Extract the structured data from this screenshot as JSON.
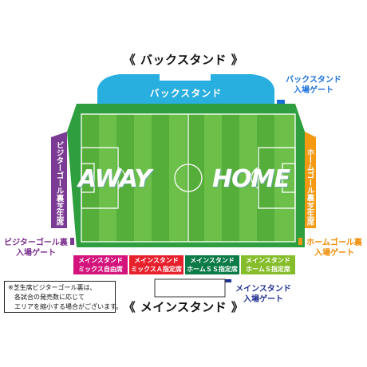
{
  "titles": {
    "back_stand": "《 バックスタンド 》",
    "main_stand": "《 メインスタンド 》"
  },
  "back_stand_label": "バックスタンド",
  "side_stands": {
    "visitor": {
      "line1": "芝生席",
      "line2": "ビジターゴール裏"
    },
    "home": {
      "line1": "芝生席",
      "line2": "ホームゴール裏"
    }
  },
  "field": {
    "away_text": "AWAY",
    "home_text": "HOME"
  },
  "main_blocks": [
    {
      "line1": "メインスタンド",
      "line2": "ミックス自由席",
      "color": "#d4127c"
    },
    {
      "line1": "メインスタンド",
      "line2": "ミックスＡ指定席",
      "color": "#e8202c"
    },
    {
      "line1": "メインスタンド",
      "line2": "ホームＳＳ指定席",
      "color": "#0a7a46"
    },
    {
      "line1": "メインスタンド",
      "line2": "ホームＳ指定席",
      "color": "#86bd2a"
    }
  ],
  "gates": {
    "back": {
      "line1": "バックスタンド",
      "line2": "入場ゲート",
      "color": "#1a6fd8"
    },
    "visitor": {
      "line1": "ビジターゴール裏",
      "line2": "入場ゲート",
      "color": "#7b2f8f"
    },
    "home": {
      "line1": "ホームゴール裏",
      "line2": "入場ゲート",
      "color": "#f08a00"
    },
    "main": {
      "line1": "メインスタンド",
      "line2": "入場ゲート",
      "color": "#1f2f8f"
    }
  },
  "notes": [
    "※芝生席ビジターゴール裏は、",
    "各試合の発売数に応じて",
    "エリアを縮小する場合がございます。"
  ],
  "colors": {
    "grass_light": "#6cc04a",
    "grass_dark": "#55ad3a",
    "ring": "#2e9e3e",
    "back_stand": "#29aee0",
    "visitor_stand": "#7b3a93",
    "home_stand": "#f39a12"
  }
}
